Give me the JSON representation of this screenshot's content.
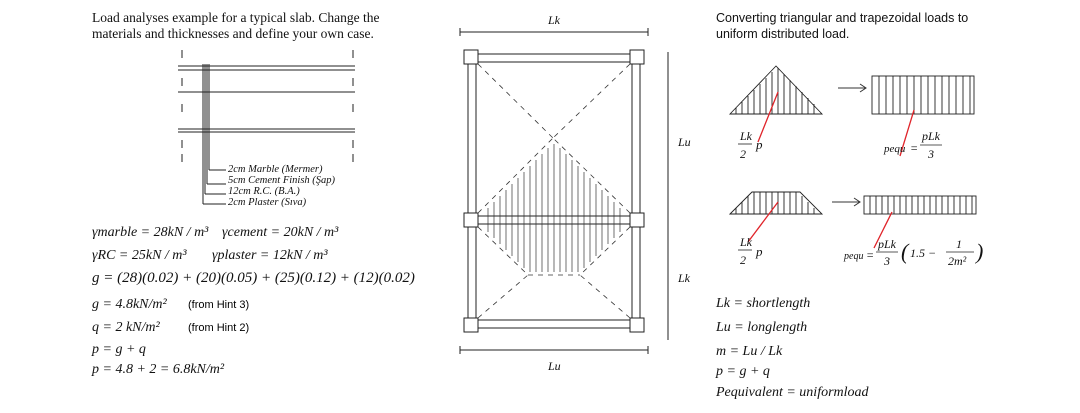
{
  "intro": {
    "line1": "Load analyses example for a typical slab. Change the",
    "line2": "materials and thicknesses and define your own case."
  },
  "layers": [
    "2cm Marble (Mermer)",
    "5cm Cement Finish (Şap)",
    "12cm R.C. (B.A.)",
    "2cm Plaster (Sıva)"
  ],
  "unit_weights": {
    "marble": "γmarble = 28kN / m³",
    "cement": "γcement = 20kN / m³",
    "rc": "γRC = 25kN / m³",
    "plaster": "γplaster = 12kN / m³"
  },
  "equations": {
    "g_expr": "g = (28)(0.02) + (20)(0.05) + (25)(0.12) + (12)(0.02)",
    "g_value": "g = 4.8kN/m²",
    "g_hint": "(from Hint 3)",
    "q_value": "q = 2 kN/m²",
    "q_hint": "(from Hint 2)",
    "p_def": "p = g + q",
    "p_value": "p = 4.8 + 2 = 6.8kN/m²"
  },
  "plan": {
    "lk_top": "Lk",
    "lu_bottom": "Lu",
    "lu_side": "Lu",
    "lk_side": "Lk"
  },
  "converting": {
    "line1": "Converting triangular and trapezoidal loads to",
    "line2": "uniform distributed load."
  },
  "tri": {
    "num": "Lk",
    "den": "2",
    "p": "p",
    "peq": "pequ",
    "eq_num": "pLk",
    "eq_den": "3"
  },
  "trap": {
    "num": "Lk",
    "den": "2",
    "p": "p",
    "peq": "pequ",
    "eq_num": "pLk",
    "eq_den": "3",
    "bracket": "1.5 −",
    "frac_num": "1",
    "frac_den": "2m²"
  },
  "definitions": {
    "lk": "Lk = shortlength",
    "lu": "Lu = longlength",
    "m": "m = Lu / Lk",
    "p": "p = g + q",
    "pe": "Pequivalent = uniformload"
  }
}
